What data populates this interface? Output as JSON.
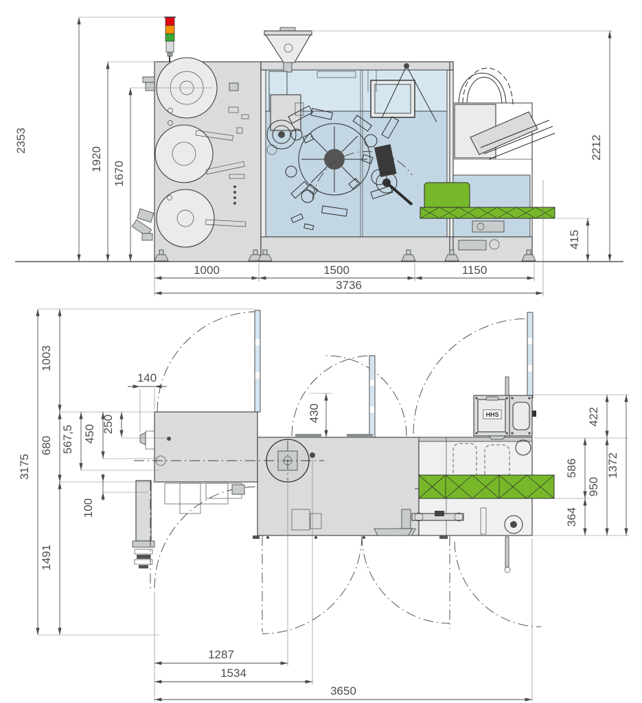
{
  "front": {
    "dims": {
      "total_height": "2353",
      "body_height": "1920",
      "reel_axis_height": "1670",
      "hopper_height": "2212",
      "outfeed_height": "415",
      "unwind_width": "1000",
      "main_width": "1500",
      "outfeed_width": "1150",
      "total_width": "3736"
    }
  },
  "plan": {
    "dims": {
      "total_depth": "3175",
      "door_zone_depth": "1003",
      "body_depth": "680",
      "front_zone_depth": "1491",
      "edge_offset": "140",
      "feature_250": "250",
      "feature_450": "450",
      "feature_567_5": "567,5",
      "feature_100": "100",
      "door_depth_430": "430",
      "glue_unit_depth": "422",
      "right_total_depth": "1372",
      "conveyor_depth": "586",
      "outfeed_depth_950": "950",
      "front_offset_364": "364",
      "width_1287": "1287",
      "width_1534": "1534",
      "total_width": "3650"
    },
    "glue_unit_label": "HHS"
  },
  "colors": {
    "body_gray": "#d9dbdc",
    "window_blue_light": "#d5e6f1",
    "window_blue": "#c3d6e3",
    "conveyor_green": "#76b82a",
    "signal_red": "#e30613",
    "signal_orange": "#f39200",
    "signal_green": "#3aaa35",
    "dim_line": "#4a4a4a"
  }
}
